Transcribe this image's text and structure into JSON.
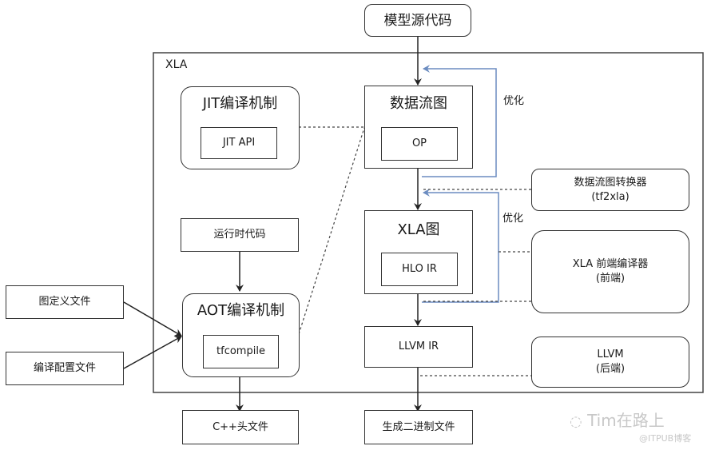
{
  "source": {
    "label": "模型源代码"
  },
  "xla_container": {
    "label": "XLA"
  },
  "jit": {
    "title": "JIT编译机制",
    "inner": "JIT API"
  },
  "dataflow": {
    "title": "数据流图",
    "inner": "OP"
  },
  "runtime": {
    "label": "运行时代码"
  },
  "aot": {
    "title": "AOT编译机制",
    "inner": "tfcompile"
  },
  "xla_graph": {
    "title": "XLA图",
    "inner": "HLO IR"
  },
  "llvm_ir": {
    "label": "LLVM IR"
  },
  "optimize_labels": [
    "优化",
    "优化"
  ],
  "tf2xla": {
    "line1": "数据流图转换器",
    "line2": "(tf2xla)"
  },
  "xla_frontend": {
    "line1": "XLA 前端编译器",
    "line2": "(前端)"
  },
  "llvm_backend": {
    "line1": "LLVM",
    "line2": "(后端)"
  },
  "graph_def": {
    "label": "图定义文件"
  },
  "compile_config": {
    "label": "编译配置文件"
  },
  "cpp_header": {
    "label": "C++头文件"
  },
  "binary": {
    "label": "生成二进制文件"
  },
  "watermark": {
    "line1": "Tim在路上",
    "line2": "@ITPUB博客"
  },
  "colors": {
    "line": "#333333",
    "optimize_arrow": "#6b8cc0"
  }
}
